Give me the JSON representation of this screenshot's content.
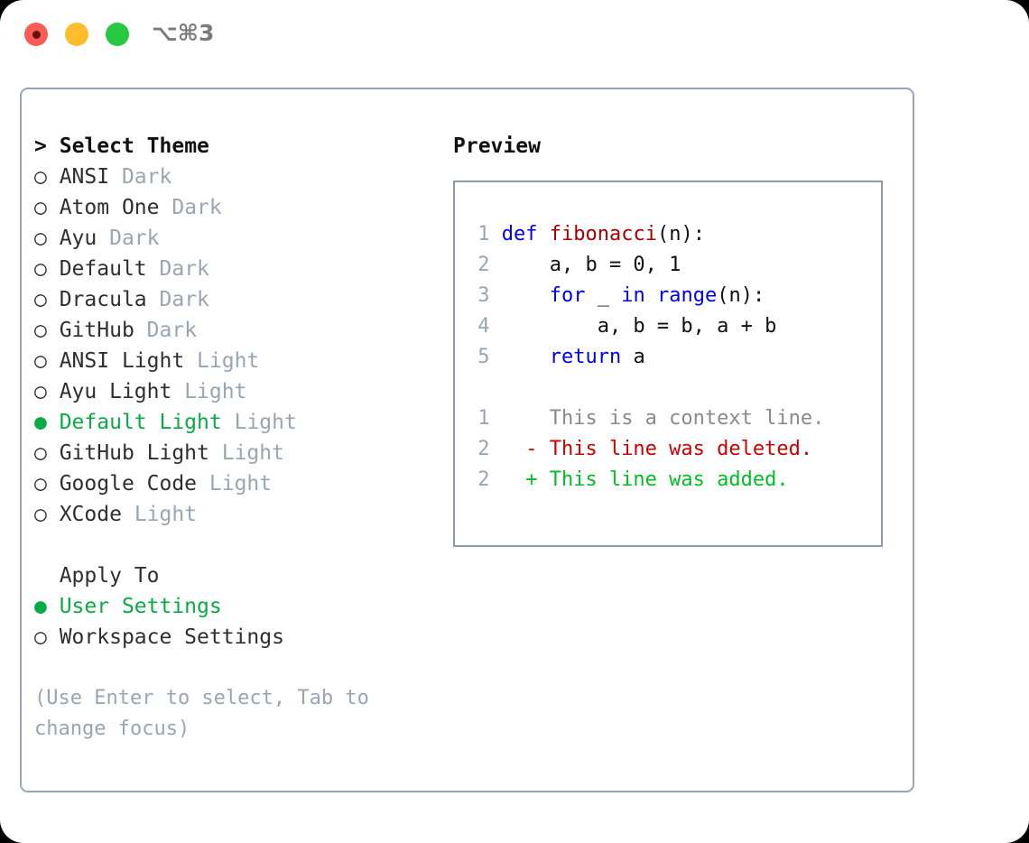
{
  "titlebar": {
    "lights": [
      {
        "name": "close",
        "color": "#fa5b55"
      },
      {
        "name": "minimize",
        "color": "#ffbd2e"
      },
      {
        "name": "maximize",
        "color": "#28c840"
      }
    ],
    "shortcut": "⌥⌘3"
  },
  "theme_picker": {
    "header": "> Select Theme",
    "caret": ">",
    "header_label": "Select Theme",
    "selected_theme": "Default Light",
    "marker_selected": "●",
    "marker_unselected": "○",
    "selected_color": "#0aaa46",
    "tag_color": "#9aa5b4",
    "items": [
      {
        "marker": "○",
        "name": "ANSI",
        "tag": "Dark",
        "selected": false
      },
      {
        "marker": "○",
        "name": "Atom One",
        "tag": "Dark",
        "selected": false
      },
      {
        "marker": "○",
        "name": "Ayu",
        "tag": "Dark",
        "selected": false
      },
      {
        "marker": "○",
        "name": "Default",
        "tag": "Dark",
        "selected": false
      },
      {
        "marker": "○",
        "name": "Dracula",
        "tag": "Dark",
        "selected": false
      },
      {
        "marker": "○",
        "name": "GitHub",
        "tag": "Dark",
        "selected": false
      },
      {
        "marker": "○",
        "name": "ANSI Light",
        "tag": "Light",
        "selected": false
      },
      {
        "marker": "○",
        "name": "Ayu Light",
        "tag": "Light",
        "selected": false
      },
      {
        "marker": "●",
        "name": "Default Light",
        "tag": "Light",
        "selected": true
      },
      {
        "marker": "○",
        "name": "GitHub Light",
        "tag": "Light",
        "selected": false
      },
      {
        "marker": "○",
        "name": "Google Code",
        "tag": "Light",
        "selected": false
      },
      {
        "marker": "○",
        "name": "XCode",
        "tag": "Light",
        "selected": false
      }
    ]
  },
  "apply_to": {
    "header": "Apply To",
    "items": [
      {
        "marker": "●",
        "label": "User Settings",
        "selected": true
      },
      {
        "marker": "○",
        "label": "Workspace Settings",
        "selected": false
      }
    ]
  },
  "hint": "(Use Enter to select, Tab to change focus)",
  "preview": {
    "title": "Preview",
    "code": [
      {
        "num": "1",
        "tokens": [
          {
            "t": "def",
            "c": "kw"
          },
          {
            "t": " ",
            "c": "plain"
          },
          {
            "t": "fibonacci",
            "c": "fn"
          },
          {
            "t": "(n):",
            "c": "plain"
          }
        ]
      },
      {
        "num": "2",
        "tokens": [
          {
            "t": "    a, b = 0, 1",
            "c": "plain"
          }
        ]
      },
      {
        "num": "3",
        "tokens": [
          {
            "t": "    ",
            "c": "plain"
          },
          {
            "t": "for",
            "c": "kw"
          },
          {
            "t": " _ ",
            "c": "plain"
          },
          {
            "t": "in",
            "c": "kw"
          },
          {
            "t": " ",
            "c": "plain"
          },
          {
            "t": "range",
            "c": "kw"
          },
          {
            "t": "(n):",
            "c": "plain"
          }
        ]
      },
      {
        "num": "4",
        "tokens": [
          {
            "t": "        a, b = b, a + b",
            "c": "plain"
          }
        ]
      },
      {
        "num": "5",
        "tokens": [
          {
            "t": "    ",
            "c": "plain"
          },
          {
            "t": "return",
            "c": "kw"
          },
          {
            "t": " a",
            "c": "plain"
          }
        ]
      }
    ],
    "diff": [
      {
        "num": "1",
        "marker": " ",
        "text": "This is a context line.",
        "kind": "diff-ctx"
      },
      {
        "num": "2",
        "marker": "-",
        "text": "This line was deleted.",
        "kind": "diff-del"
      },
      {
        "num": "2",
        "marker": "+",
        "text": "This line was added.",
        "kind": "diff-add"
      }
    ],
    "colors": {
      "keyword": "#0000e6",
      "function": "#a80000",
      "plain": "#111111",
      "gutter": "#9aa5b4",
      "context": "#8a8a8a",
      "deleted": "#cc0000",
      "added": "#00bf26"
    }
  }
}
